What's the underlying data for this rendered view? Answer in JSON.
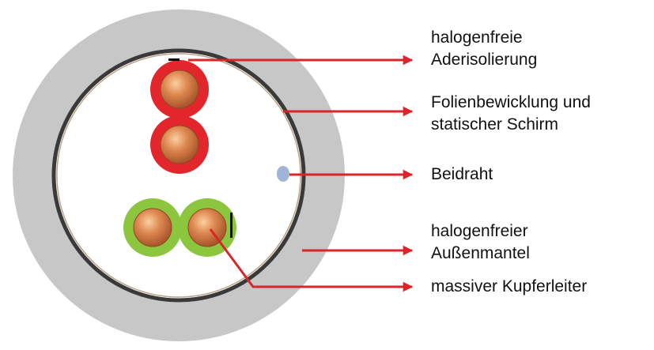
{
  "colors": {
    "jacket": "#c7c7c7",
    "shield": "#3a3a3a",
    "red_insulation": "#e2262b",
    "green_insulation": "#8cc63f",
    "copper": "#d9844f",
    "drain_wire": "#9fb4d6",
    "arrow": "#d9262b"
  },
  "labels": {
    "core_insulation": {
      "line1": "halogenfreie",
      "line2": "Aderisolierung"
    },
    "foil_shield": {
      "line1": "Folienbewicklung und",
      "line2": "statischer Schirm"
    },
    "drain_wire": {
      "line1": "Beidraht"
    },
    "outer_jacket": {
      "line1": "halogenfreier",
      "line2": "Außenmantel"
    },
    "conductor": {
      "line1": "massiver Kupferleiter"
    }
  }
}
